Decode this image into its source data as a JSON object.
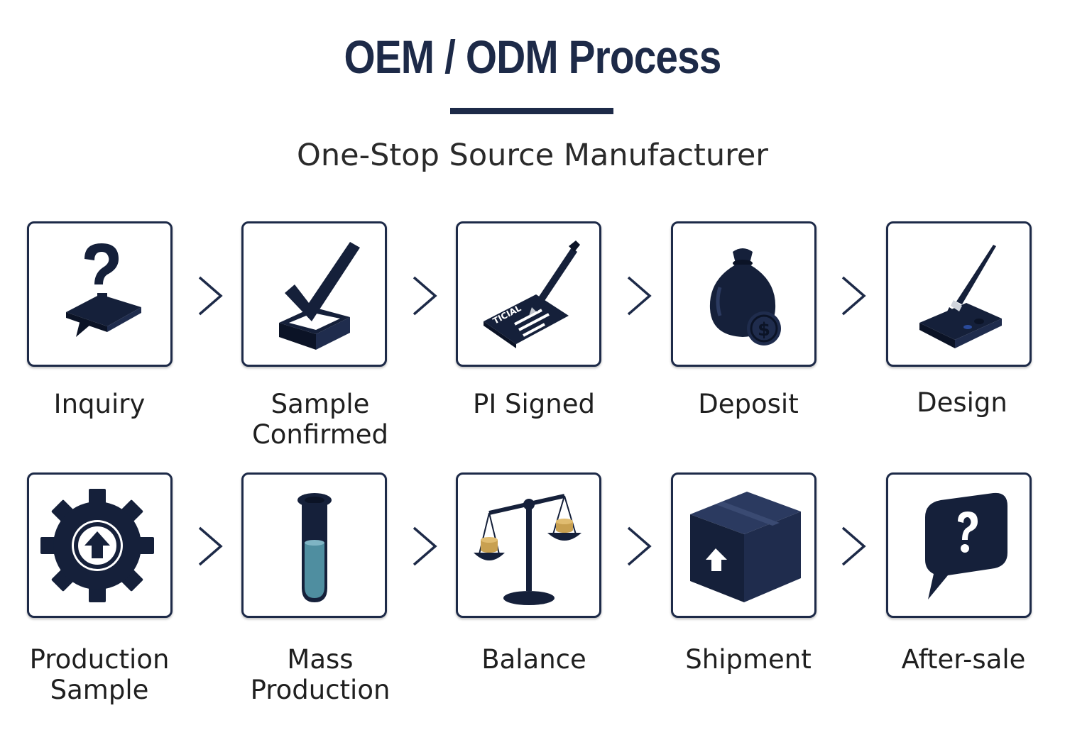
{
  "header": {
    "title": "OEM / ODM Process",
    "subtitle": "One-Stop Source Manufacturer"
  },
  "steps": [
    {
      "label_line1": "Inquiry",
      "label_line2": "",
      "icon": "question-chat-icon"
    },
    {
      "label_line1": "Sample",
      "label_line2": "Confirmed",
      "icon": "checkmark-box-icon"
    },
    {
      "label_line1": "PI Signed",
      "label_line2": "",
      "icon": "pen-document-icon"
    },
    {
      "label_line1": "Deposit",
      "label_line2": "",
      "icon": "money-bag-icon"
    },
    {
      "label_line1": "Design",
      "label_line2": "",
      "icon": "paintbrush-palette-icon"
    },
    {
      "label_line1": "Production",
      "label_line2": "Sample",
      "icon": "gear-arrow-icon"
    },
    {
      "label_line1": "Mass",
      "label_line2": "Production",
      "icon": "test-tube-icon"
    },
    {
      "label_line1": "Balance",
      "label_line2": "",
      "icon": "scale-icon"
    },
    {
      "label_line1": "Shipment",
      "label_line2": "",
      "icon": "box-icon"
    },
    {
      "label_line1": "After-sale",
      "label_line2": "",
      "icon": "question-bubble-icon"
    }
  ],
  "doc_label": "TICIAL",
  "colors": {
    "navy": "#1d2a48",
    "icon_dark": "#15203a",
    "gold": "#c8a050",
    "teal": "#4f8ea0"
  }
}
